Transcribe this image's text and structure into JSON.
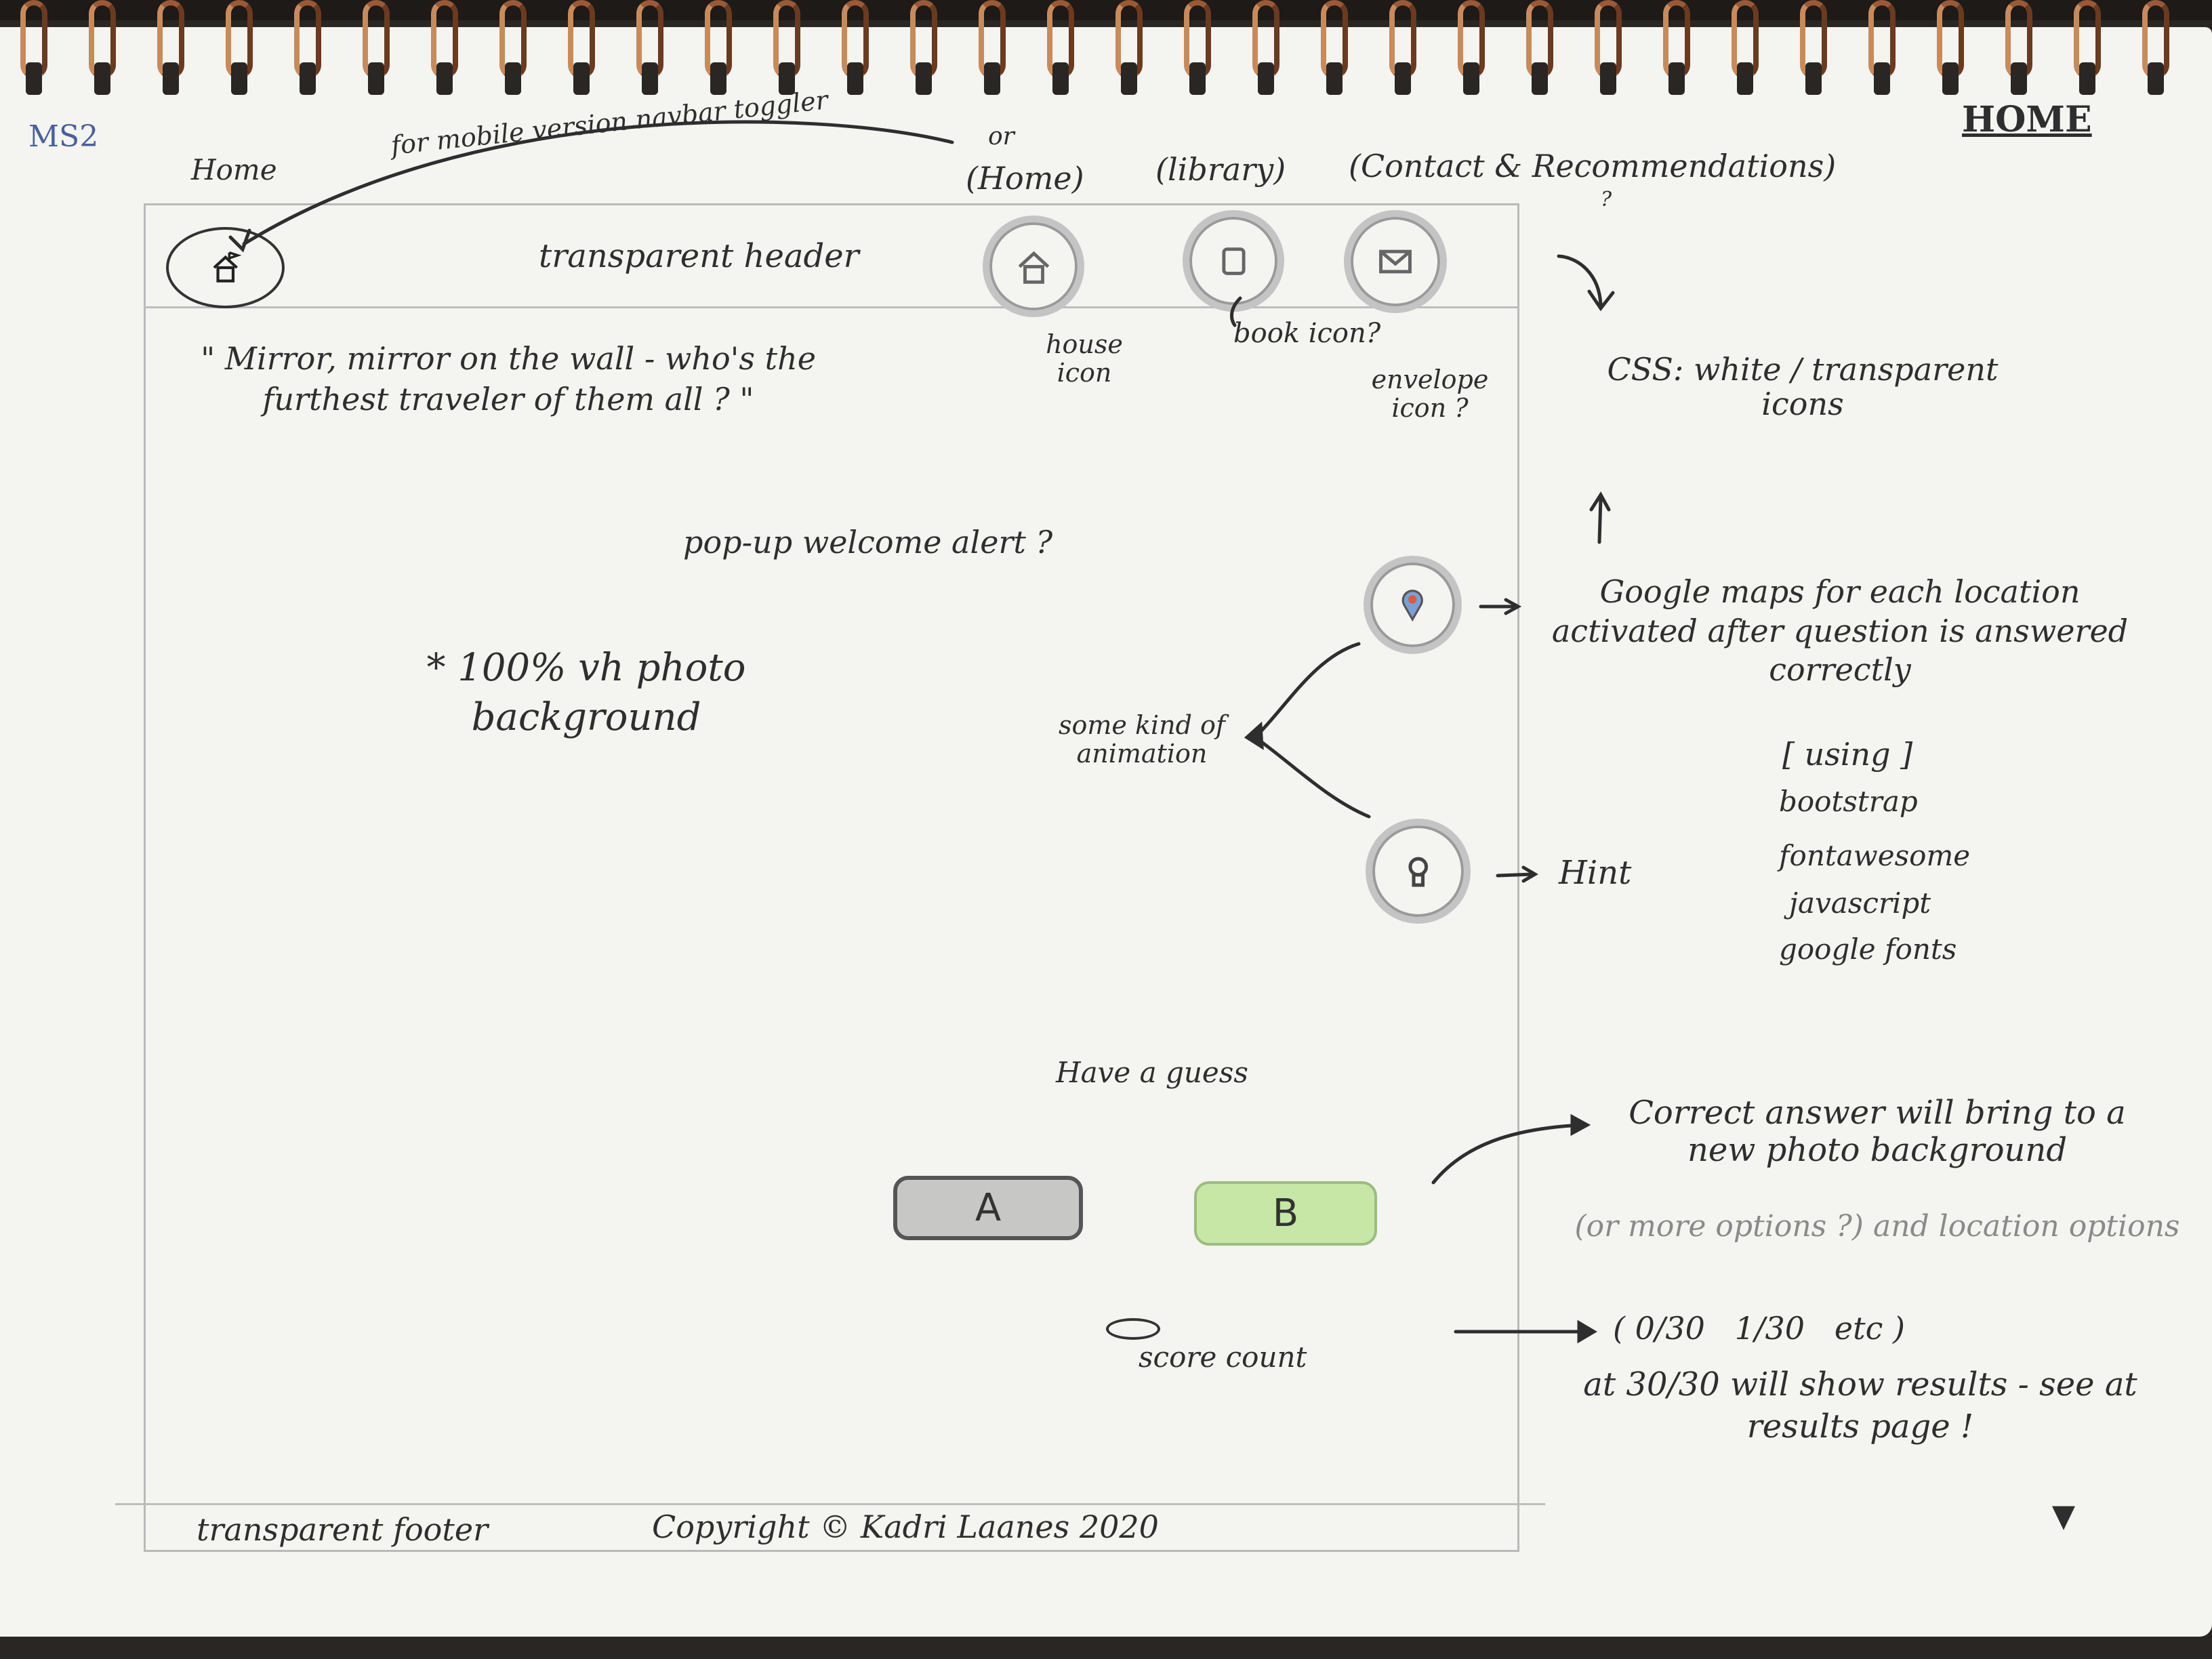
{
  "corner": {
    "left": "MS2",
    "right": "HOME"
  },
  "top_labels": {
    "home": "Home",
    "toggler_note": "for mobile version navbar toggler",
    "or": "or",
    "home_paren": "(Home)",
    "library": "(library)",
    "contact": "(Contact & Recommendations)",
    "question_mark": "?"
  },
  "header": {
    "label": "transparent header"
  },
  "icon_labels": {
    "house": "house icon",
    "book": "book icon?",
    "envelope": "envelope icon ?"
  },
  "css_note": "CSS: white / transparent icons",
  "quote": "\" Mirror, mirror on the wall - who's the furthest traveler of them all ? \"",
  "popup": "pop-up welcome alert ?",
  "background_note": "* 100% vh photo background",
  "animation_note": "some kind of animation",
  "maps_note": "Google maps for each location activated after question is answered correctly",
  "hint_note": "Hint",
  "using": {
    "title": "[ using ]",
    "items": [
      "bootstrap",
      "fontawesome",
      "javascript",
      "google fonts"
    ]
  },
  "guess": "Have a guess",
  "answers": {
    "a": "A",
    "b": "B"
  },
  "correct_note": "Correct answer will bring to a new photo background",
  "options_note": "(or more options ?) and location options",
  "score": {
    "label": "score count",
    "range": "( 0/30   1/30   etc )",
    "note": "at 30/30 will show results - see at results page !"
  },
  "footer": {
    "label": "transparent footer",
    "copyright": "Copyright © Kadri Laanes 2020"
  },
  "colors": {
    "ink": "#2e2e2e",
    "pencil": "#8a8a8a",
    "answer_a": "#c7c7c5",
    "answer_b": "#c6e7a6",
    "paper": "#f4f4f1"
  }
}
